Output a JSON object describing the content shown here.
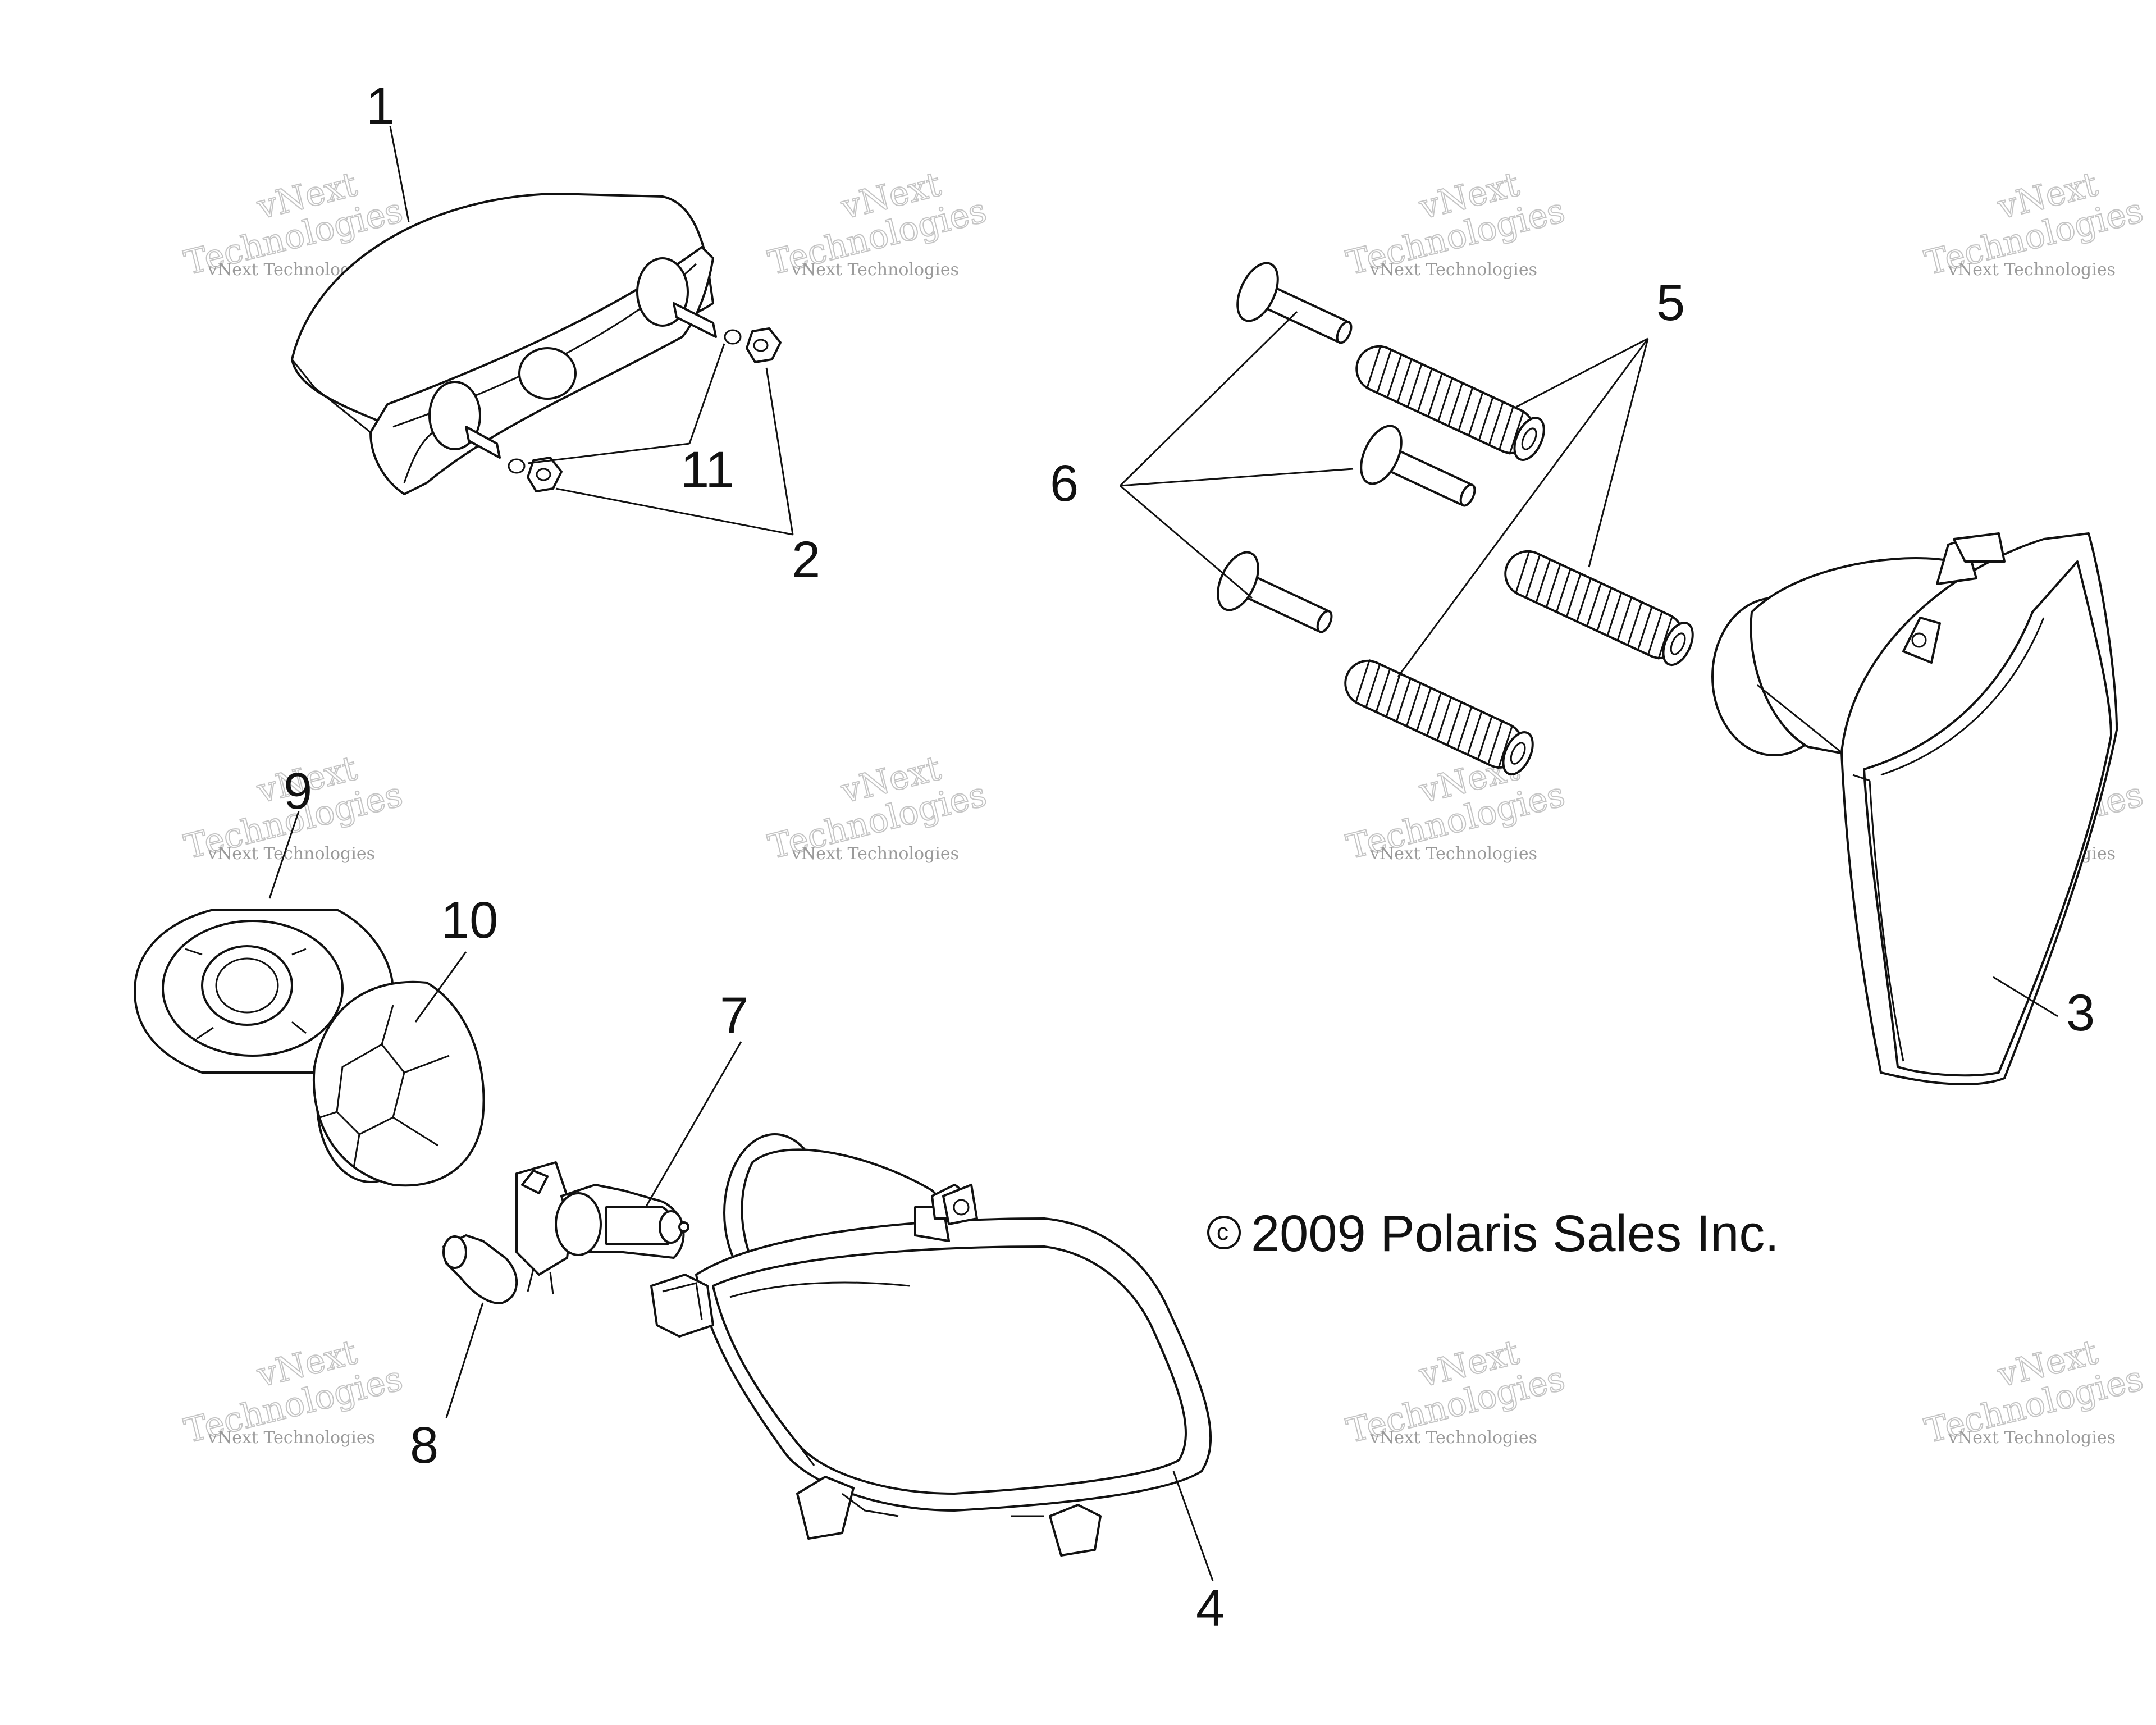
{
  "callouts": [
    {
      "id": "1",
      "label": "1"
    },
    {
      "id": "2",
      "label": "2"
    },
    {
      "id": "3",
      "label": "3"
    },
    {
      "id": "4",
      "label": "4"
    },
    {
      "id": "5",
      "label": "5"
    },
    {
      "id": "6",
      "label": "6"
    },
    {
      "id": "7",
      "label": "7"
    },
    {
      "id": "8",
      "label": "8"
    },
    {
      "id": "9",
      "label": "9"
    },
    {
      "id": "10",
      "label": "10"
    },
    {
      "id": "11",
      "label": "11"
    }
  ],
  "copyright": {
    "symbol": "c",
    "text": "2009 Polaris Sales Inc."
  },
  "watermark": {
    "line1": "vNext Technologies",
    "line2": "Technologies",
    "line3": "vNext"
  },
  "colors": {
    "ink": "#111111",
    "watermark": "#9a9a9a"
  }
}
